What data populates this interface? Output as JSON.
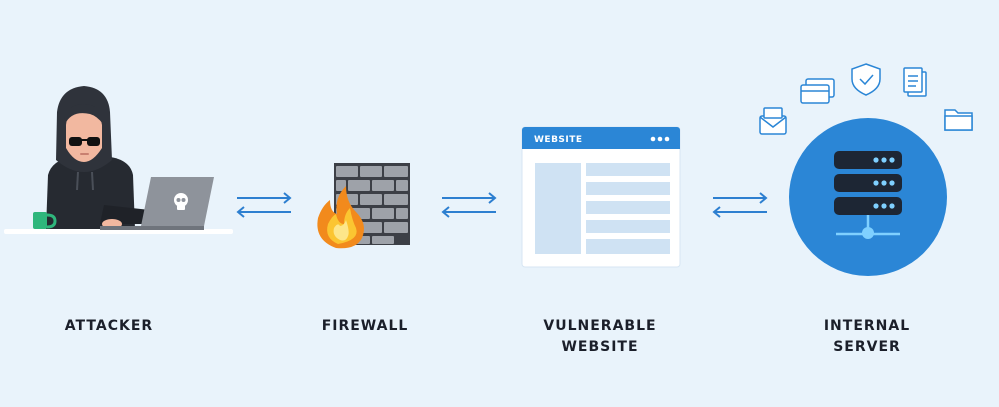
{
  "nodes": [
    {
      "id": "attacker",
      "label": "ATTACKER"
    },
    {
      "id": "firewall",
      "label": "FIREWALL"
    },
    {
      "id": "website",
      "label_line1": "VULNERABLE",
      "label_line2": "WEBSITE"
    },
    {
      "id": "server",
      "label_line1": "INTERNAL",
      "label_line2": "SERVER"
    }
  ],
  "website_window_title": "WEBSITE",
  "colors": {
    "background": "#e9f3fb",
    "accent_blue": "#2b86d6",
    "arrow_blue": "#2d7fd0",
    "label_text": "#1b1f2a"
  },
  "icons": {
    "attacker": "hooded-hacker-with-laptop-icon",
    "firewall": "brick-wall-with-fire-icon",
    "website": "browser-window-icon",
    "server": "server-rack-icon",
    "server_extras": [
      "mail-icon",
      "credit-card-icon",
      "shield-check-icon",
      "document-icon",
      "folder-icon"
    ]
  }
}
